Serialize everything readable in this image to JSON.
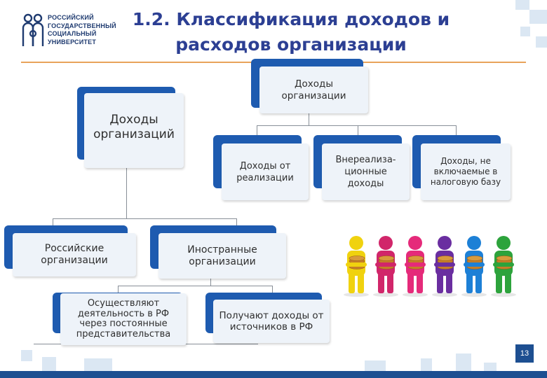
{
  "header": {
    "logo_lines": [
      "РОССИЙСКИЙ",
      "ГОСУДАРСТВЕННЫЙ",
      "СОЦИАЛЬНЫЙ",
      "УНИВЕРСИТЕТ"
    ],
    "title_line1": "1.2. Классификация доходов и",
    "title_line2": "расходов организации"
  },
  "diagram": {
    "root": "Доходы организации",
    "left_head": "Доходы организаций",
    "income_types": [
      "Доходы от реализации",
      "Внереализа-ционные доходы",
      "Доходы, не включаемые в налоговую базу"
    ],
    "org_types": [
      "Российские организации",
      "Иностранные организации"
    ],
    "foreign_subtypes": [
      "Осуществляют деятельность в РФ через постоянные представительства",
      "Получают доходы от источников в РФ"
    ]
  },
  "colors": {
    "title": "#2c3f93",
    "box_back": "#1e5bb0",
    "box_front": "#eef3f9",
    "accent_rule": "#e8a35a",
    "figures": [
      "#f0d20f",
      "#d1266a",
      "#e52a7a",
      "#6a2ea0",
      "#1d80d6",
      "#2da33c"
    ]
  },
  "footer": {
    "page_number": "13"
  }
}
